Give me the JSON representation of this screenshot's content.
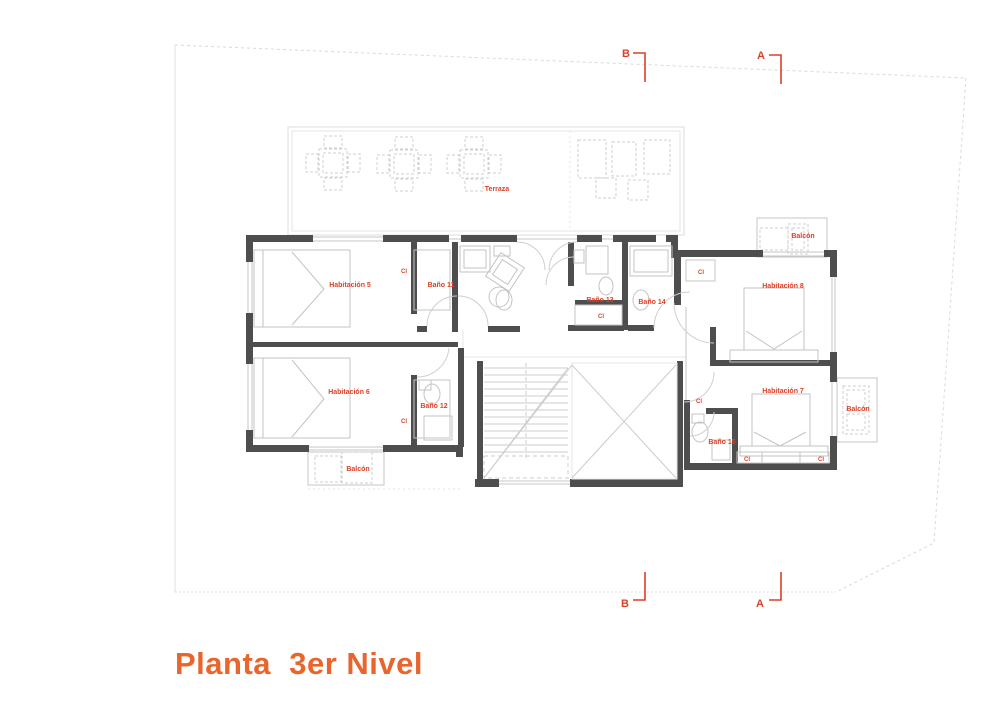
{
  "title": "Planta  3er Nivel",
  "section_markers": {
    "top_left": "B",
    "top_right": "A",
    "bottom_left": "B",
    "bottom_right": "A"
  },
  "colors": {
    "label_red": "#dd3f27",
    "title_orange": "#e8662e",
    "wall_dark": "#4e4e4e",
    "light_line": "#c6c6c6"
  },
  "rooms": {
    "terraza": "Terraza",
    "habitacion5": "Habitación 5",
    "habitacion6": "Habitación 6",
    "habitacion7": "Habitación 7",
    "habitacion8": "Habitación 8",
    "bano11": "Baño 11",
    "bano12": "Baño 12",
    "bano13": "Baño 13",
    "bano14": "Baño 14",
    "bano15": "Baño 15",
    "balcon_top": "Balcón",
    "balcon_left": "Balcón",
    "balcon_right": "Balcón"
  },
  "closets": {
    "hab5": "Cl",
    "hab6": "Cl",
    "bano13": "Cl",
    "hab8": "Cl",
    "hab7": "Cl",
    "hab7_left": "Cl",
    "hab7_right": "Cl"
  }
}
